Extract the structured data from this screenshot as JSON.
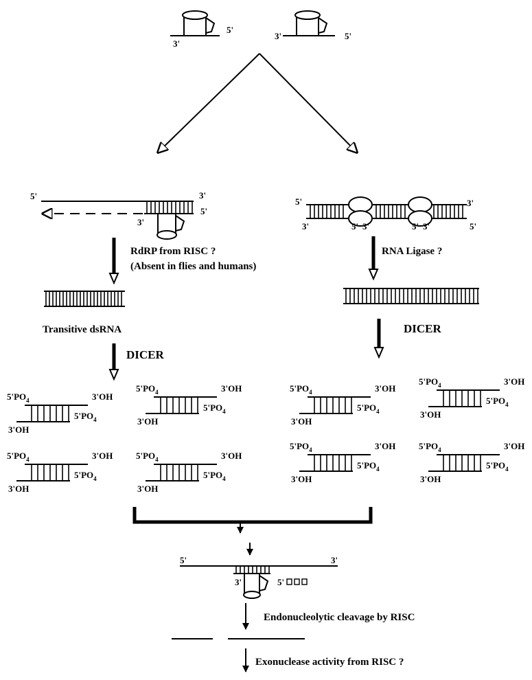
{
  "top": {
    "left": {
      "end_3": "3'",
      "end_5": "5'"
    },
    "right": {
      "end_3": "3'",
      "end_5": "5'"
    }
  },
  "left_branch": {
    "strand_5": "5'",
    "strand_3_top": "3'",
    "strand_5_right": "5'",
    "primer_3": "3'",
    "step_label": "RdRP from RISC ?",
    "step_note": "(Absent in flies and humans)",
    "product_label": "Transitive dsRNA",
    "dicer_label": "DICER"
  },
  "right_branch": {
    "end_5_left": "5'",
    "end_3_left": "3'",
    "end_3_right_top": "3'",
    "end_5_right": "5'",
    "junction_1": "5'",
    "junction_2": "3'",
    "junction_3": "5'",
    "junction_4": "3'",
    "step_label": "RNA Ligase ?",
    "dicer_label": "DICER"
  },
  "sirna_labels": {
    "po4": "5'PO",
    "oh": "3'OH"
  },
  "bottom": {
    "target_5": "5'",
    "target_3": "3'",
    "guide_3": "3'",
    "guide_5": "5'",
    "cleavage_label": "Endonucleolytic cleavage by  RISC",
    "exo_label": "Exonuclease activity from RISC  ?"
  }
}
